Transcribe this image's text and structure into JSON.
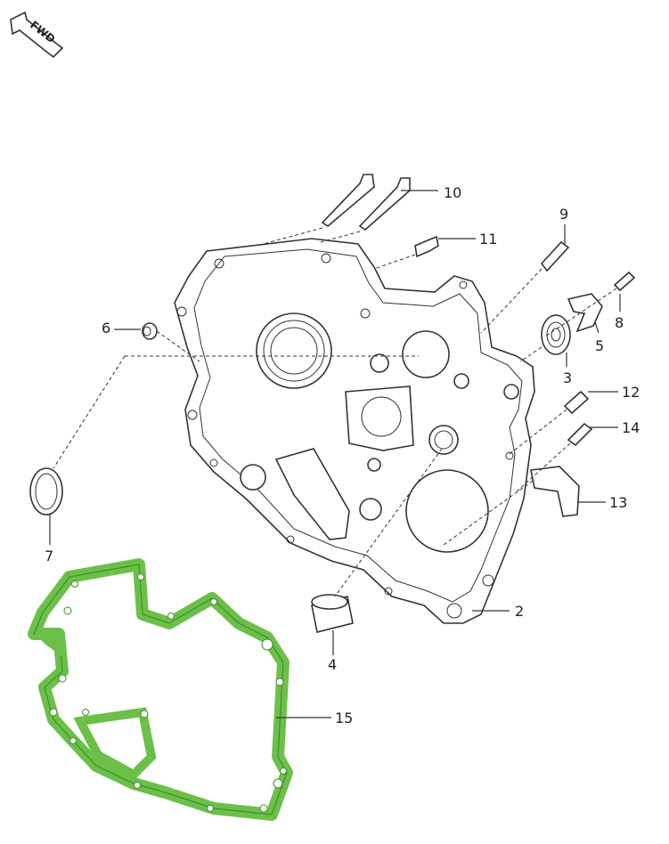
{
  "fwd_badge": {
    "text": "FWD",
    "icon": "fwd-arrow-icon"
  },
  "callouts": [
    {
      "id": "2",
      "part": "crankcase-cover"
    },
    {
      "id": "3",
      "part": "ball-bearing"
    },
    {
      "id": "4",
      "part": "needle-bearing"
    },
    {
      "id": "5",
      "part": "retaining-plate"
    },
    {
      "id": "6",
      "part": "dowel-pin"
    },
    {
      "id": "7",
      "part": "oil-seal"
    },
    {
      "id": "8",
      "part": "plate-screw"
    },
    {
      "id": "9",
      "part": "spring"
    },
    {
      "id": "10",
      "part": "long-bolts"
    },
    {
      "id": "11",
      "part": "flange-bolt"
    },
    {
      "id": "12",
      "part": "bolt"
    },
    {
      "id": "13",
      "part": "bracket"
    },
    {
      "id": "14",
      "part": "bolt-short"
    },
    {
      "id": "15",
      "part": "gasket"
    }
  ],
  "colors": {
    "gasket": "#6cc04a",
    "gasket_stroke": "#3f8e2a",
    "line": "#333333"
  }
}
